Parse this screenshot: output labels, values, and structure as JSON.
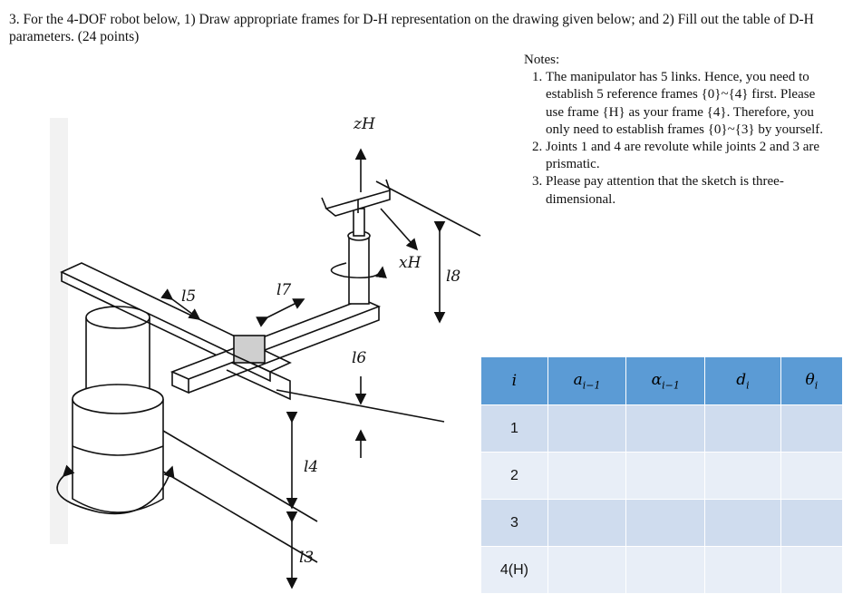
{
  "question": {
    "text": "3. For the 4-DOF robot below, 1) Draw appropriate frames for D-H representation on the drawing given below; and 2) Fill out the table of D-H parameters. (24 points)"
  },
  "notes": {
    "title": "Notes:",
    "items": [
      "The manipulator has 5 links. Hence, you need to establish 5 reference frames {0}~{4} first. Please use frame {H} as your frame {4}. Therefore, you only need to establish frames {0}~{3} by yourself.",
      "Joints 1 and 4 are revolute while joints 2 and 3 are prismatic.",
      "Please pay attention that the sketch is three-dimensional."
    ]
  },
  "figure": {
    "labels": {
      "zH": "zH",
      "xH": "xH",
      "l3": "l3",
      "l4": "l4",
      "l5": "l5",
      "l6": "l6",
      "l7": "l7",
      "l8": "l8"
    }
  },
  "table": {
    "headers": {
      "i": "i",
      "a_base": "a",
      "a_sub": "i−1",
      "alpha_base": "α",
      "alpha_sub": "i−1",
      "d_base": "d",
      "d_sub": "i",
      "theta_base": "θ",
      "theta_sub": "i"
    },
    "rows": [
      {
        "i": "1",
        "a": "",
        "alpha": "",
        "d": "",
        "theta": ""
      },
      {
        "i": "2",
        "a": "",
        "alpha": "",
        "d": "",
        "theta": ""
      },
      {
        "i": "3",
        "a": "",
        "alpha": "",
        "d": "",
        "theta": ""
      },
      {
        "i": "4(H)",
        "a": "",
        "alpha": "",
        "d": "",
        "theta": ""
      }
    ]
  }
}
